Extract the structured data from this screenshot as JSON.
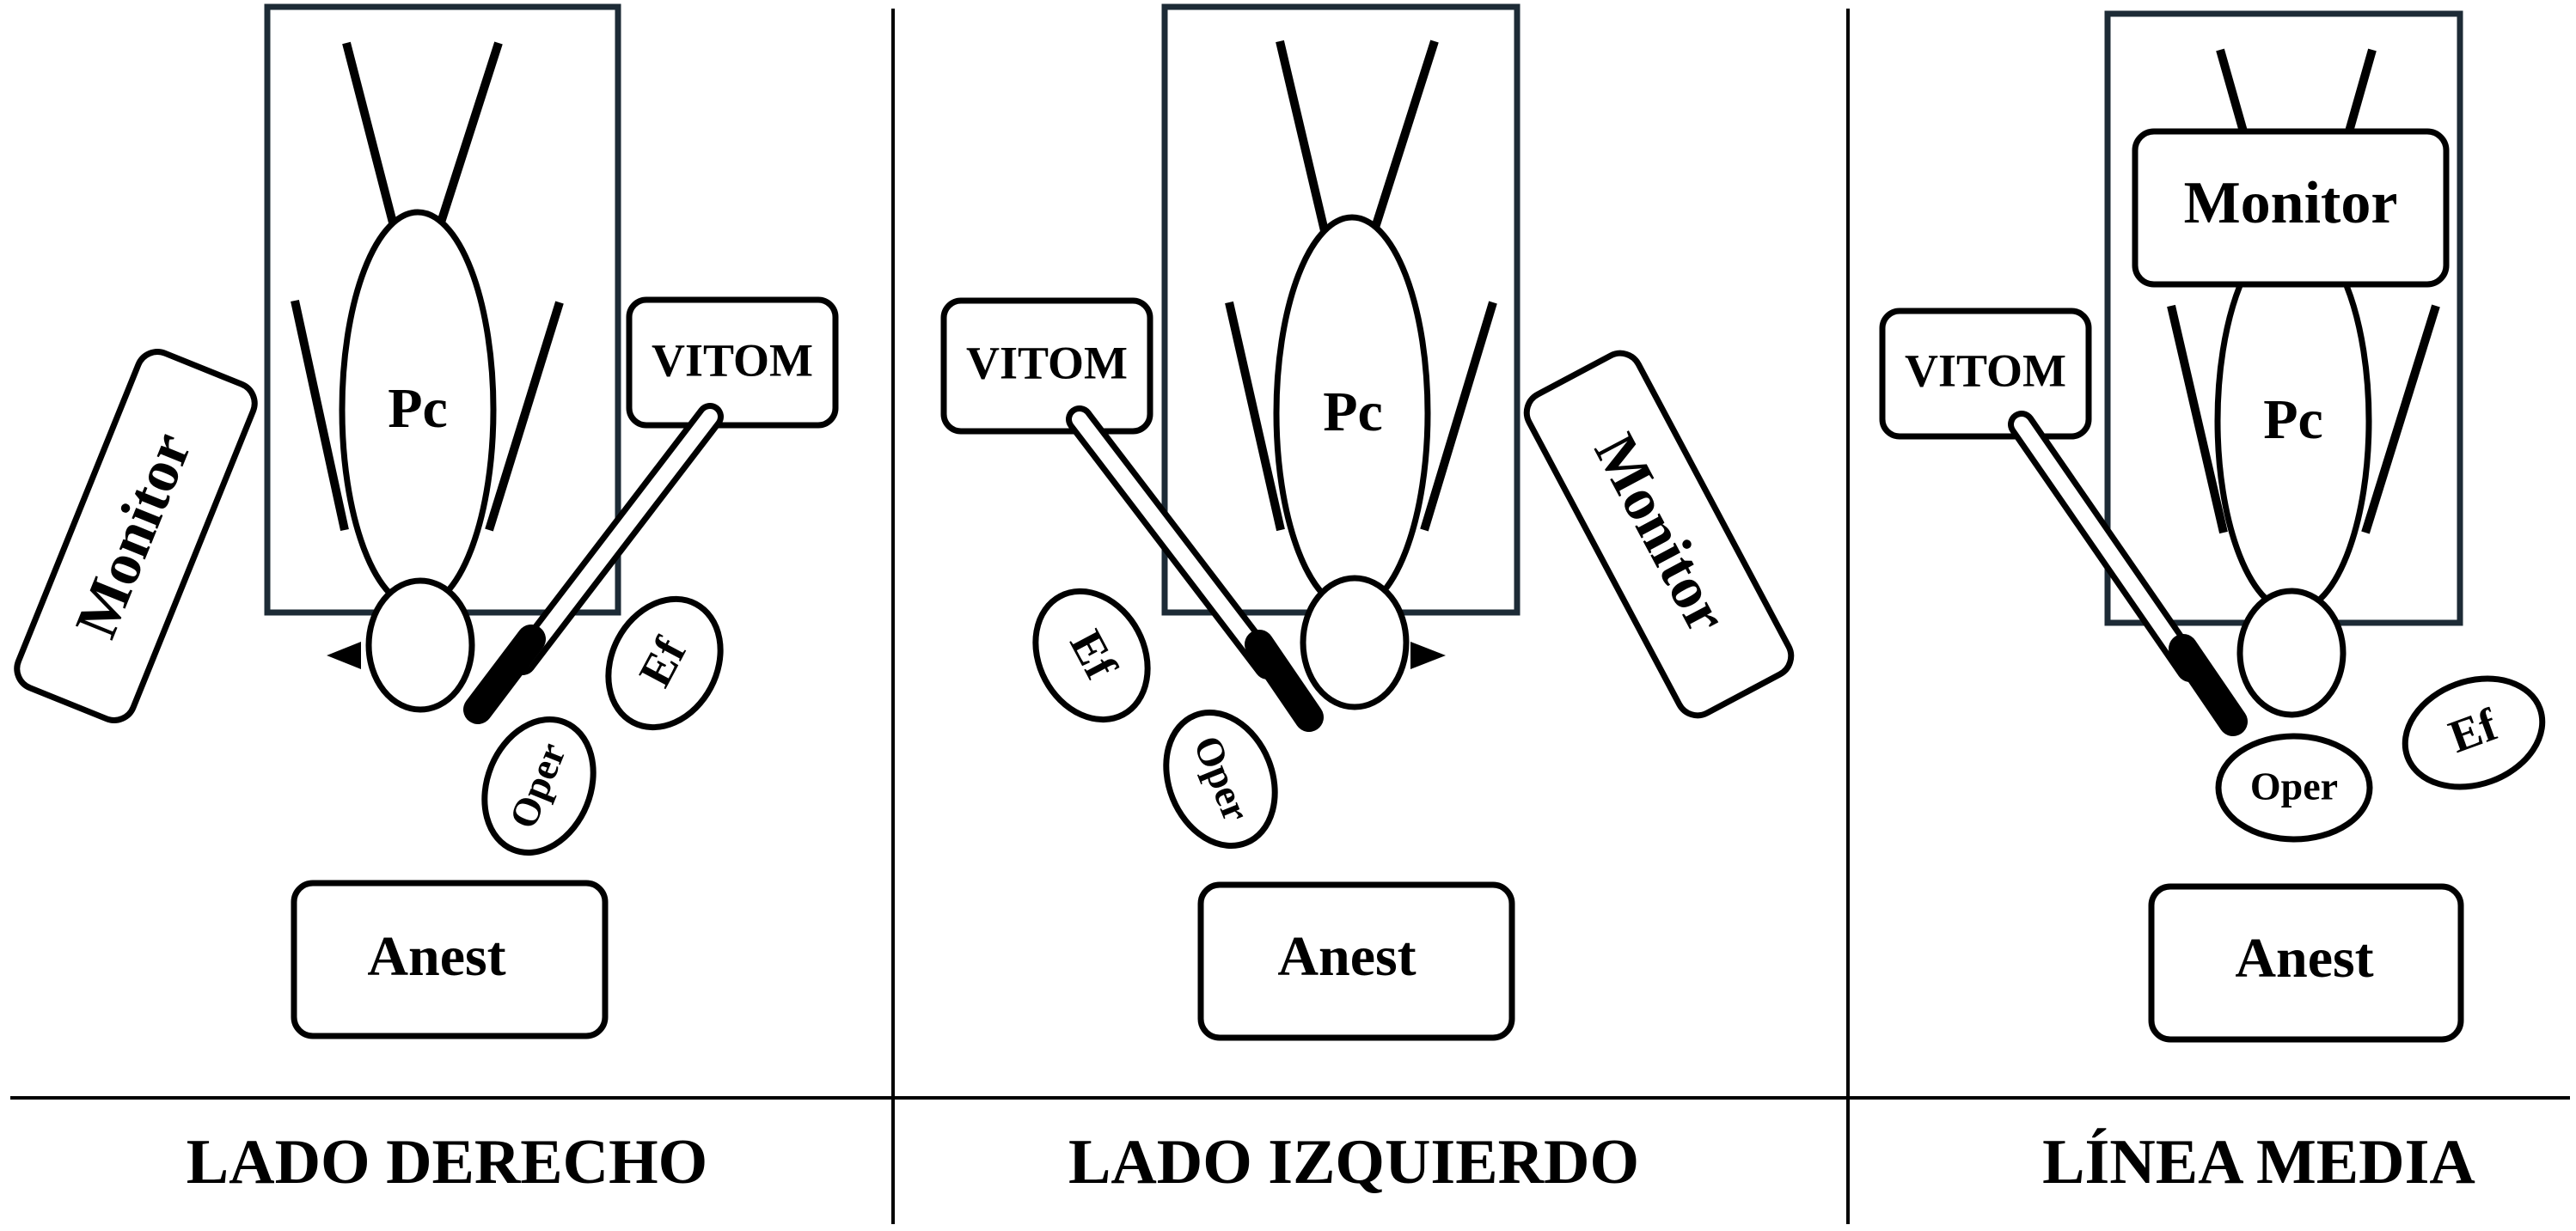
{
  "panels": [
    {
      "caption": "LADO DERECHO",
      "patient": "Pc",
      "monitor": "Monitor",
      "scope": "VITOM",
      "assistant": "Ef",
      "operator": "Oper",
      "anesthesia": "Anest"
    },
    {
      "caption": "LADO IZQUIERDO",
      "patient": "Pc",
      "monitor": "Monitor",
      "scope": "VITOM",
      "assistant": "Ef",
      "operator": "Oper",
      "anesthesia": "Anest"
    },
    {
      "caption": "LÍNEA MEDIA",
      "patient": "Pc",
      "monitor": "Monitor",
      "scope": "VITOM",
      "assistant": "Ef",
      "operator": "Oper",
      "anesthesia": "Anest"
    }
  ]
}
